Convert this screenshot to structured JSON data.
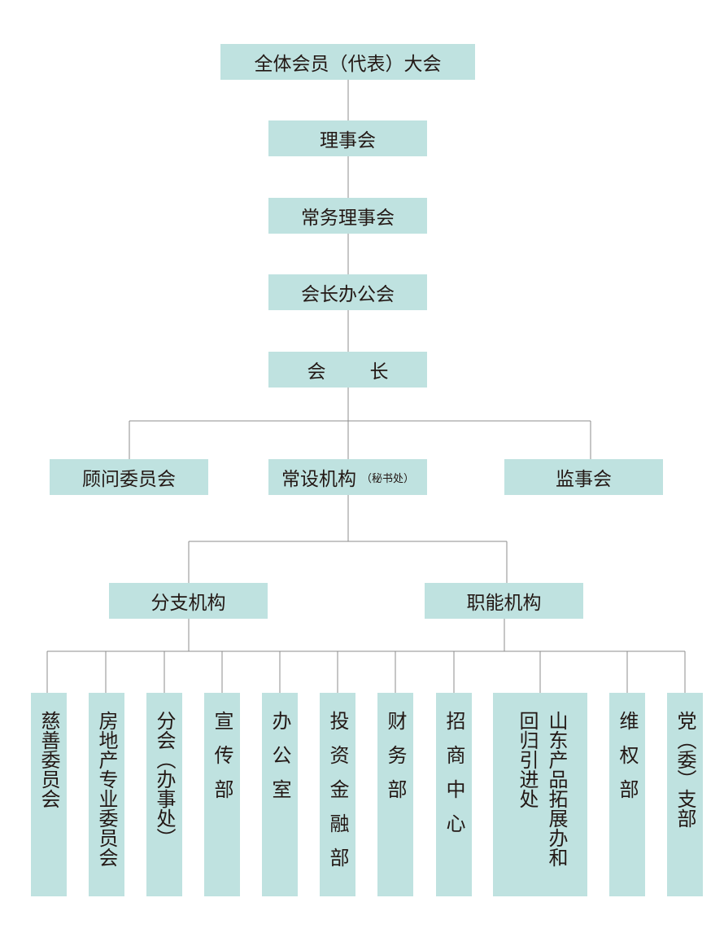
{
  "diagram": {
    "top_chain": [
      {
        "id": "assembly",
        "label": "全体会员（代表）大会"
      },
      {
        "id": "council",
        "label": "理事会"
      },
      {
        "id": "standing-council",
        "label": "常务理事会"
      },
      {
        "id": "president-office-meeting",
        "label": "会长办公会"
      },
      {
        "id": "president",
        "label_parts": [
          "会",
          "长"
        ]
      }
    ],
    "tier2": {
      "advisory": "顾问委员会",
      "standing_body": {
        "label": "常设机构",
        "note": "（秘书处）"
      },
      "supervisory": "监事会"
    },
    "tier3": {
      "branch": "分支机构",
      "functional": "职能机构"
    },
    "leaves": [
      {
        "id": "charity",
        "label": "慈善委员会"
      },
      {
        "id": "real-estate",
        "label": "房地产专业委员会"
      },
      {
        "id": "branch-office",
        "label": "分会（办事处）"
      },
      {
        "id": "publicity",
        "label": "宣传部"
      },
      {
        "id": "office",
        "label": "办公室"
      },
      {
        "id": "investment-finance",
        "label": "投资金融部"
      },
      {
        "id": "finance",
        "label": "财务部"
      },
      {
        "id": "investment-center",
        "label": "招商中心"
      },
      {
        "id": "product-expansion",
        "label_lines": [
          "山东产品拓展办和",
          "回归引进处"
        ]
      },
      {
        "id": "rights",
        "label": "维权部"
      },
      {
        "id": "party-branch",
        "label": "党（委）支部"
      }
    ]
  }
}
